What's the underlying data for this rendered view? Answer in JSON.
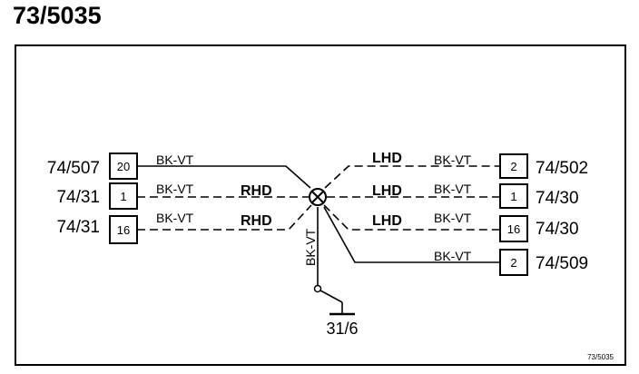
{
  "title": "73/5035",
  "figure_ref": "73/5035",
  "ground_label": "31/6",
  "vertical_wire_label": "BK-VT",
  "left_connectors": [
    {
      "name": "74/507",
      "pin": "20",
      "wire": "BK-VT",
      "variant": ""
    },
    {
      "name": "74/31",
      "pin": "1",
      "wire": "BK-VT",
      "variant": "RHD"
    },
    {
      "name": "74/31",
      "pin": "16",
      "wire": "BK-VT",
      "variant": "RHD"
    }
  ],
  "right_connectors": [
    {
      "name": "74/502",
      "pin": "2",
      "wire": "BK-VT",
      "variant": "LHD"
    },
    {
      "name": "74/30",
      "pin": "1",
      "wire": "BK-VT",
      "variant": "LHD"
    },
    {
      "name": "74/30",
      "pin": "16",
      "wire": "BK-VT",
      "variant": "LHD"
    },
    {
      "name": "74/509",
      "pin": "2",
      "wire": "BK-VT",
      "variant": ""
    }
  ],
  "colors": {
    "line": "#000000",
    "background": "#ffffff"
  }
}
